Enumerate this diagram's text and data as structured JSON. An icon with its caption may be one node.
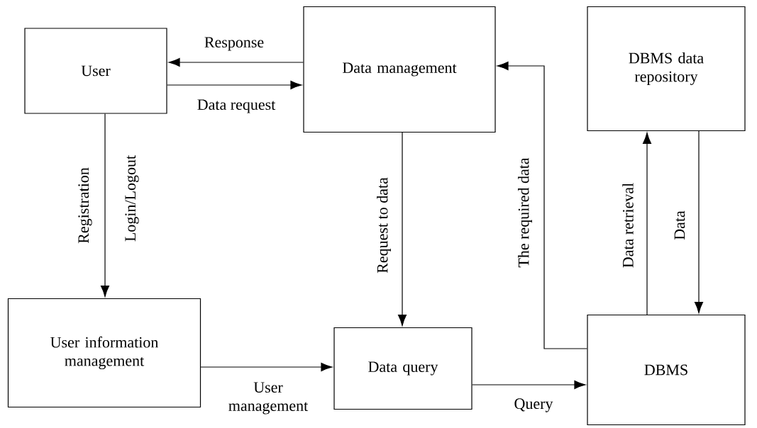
{
  "diagram": {
    "nodes": [
      {
        "text": [
          "User"
        ]
      },
      {
        "text": [
          "Data management"
        ]
      },
      {
        "text": [
          "DBMS data repository"
        ]
      },
      {
        "text": [
          "User information management"
        ]
      },
      {
        "text": [
          "Data query"
        ]
      },
      {
        "text": [
          "DBMS"
        ]
      }
    ],
    "edges": [
      {
        "from": 1,
        "to": 0,
        "arrow": "to",
        "label": "Response"
      },
      {
        "from": 0,
        "to": 1,
        "arrow": "to",
        "label": "Data request"
      },
      {
        "from": 0,
        "to": 3,
        "arrow": "to",
        "label": "Registration"
      },
      {
        "from": 1,
        "to": 4,
        "arrow": "to",
        "label": "Request to data"
      },
      {
        "from": 5,
        "to": 1,
        "arrow": "to",
        "label": "The required data"
      },
      {
        "from": 5,
        "to": 2,
        "arrow": "to",
        "label": "Data retrieval"
      },
      {
        "from": 2,
        "to": 5,
        "arrow": "to",
        "label": "Data"
      },
      {
        "from": 3,
        "to": 4,
        "arrow": "to",
        "label": "User management"
      },
      {
        "from": 4,
        "to": 5,
        "arrow": "to",
        "label": "Query"
      }
    ],
    "labels": [
      "Login/Logout"
    ]
  }
}
